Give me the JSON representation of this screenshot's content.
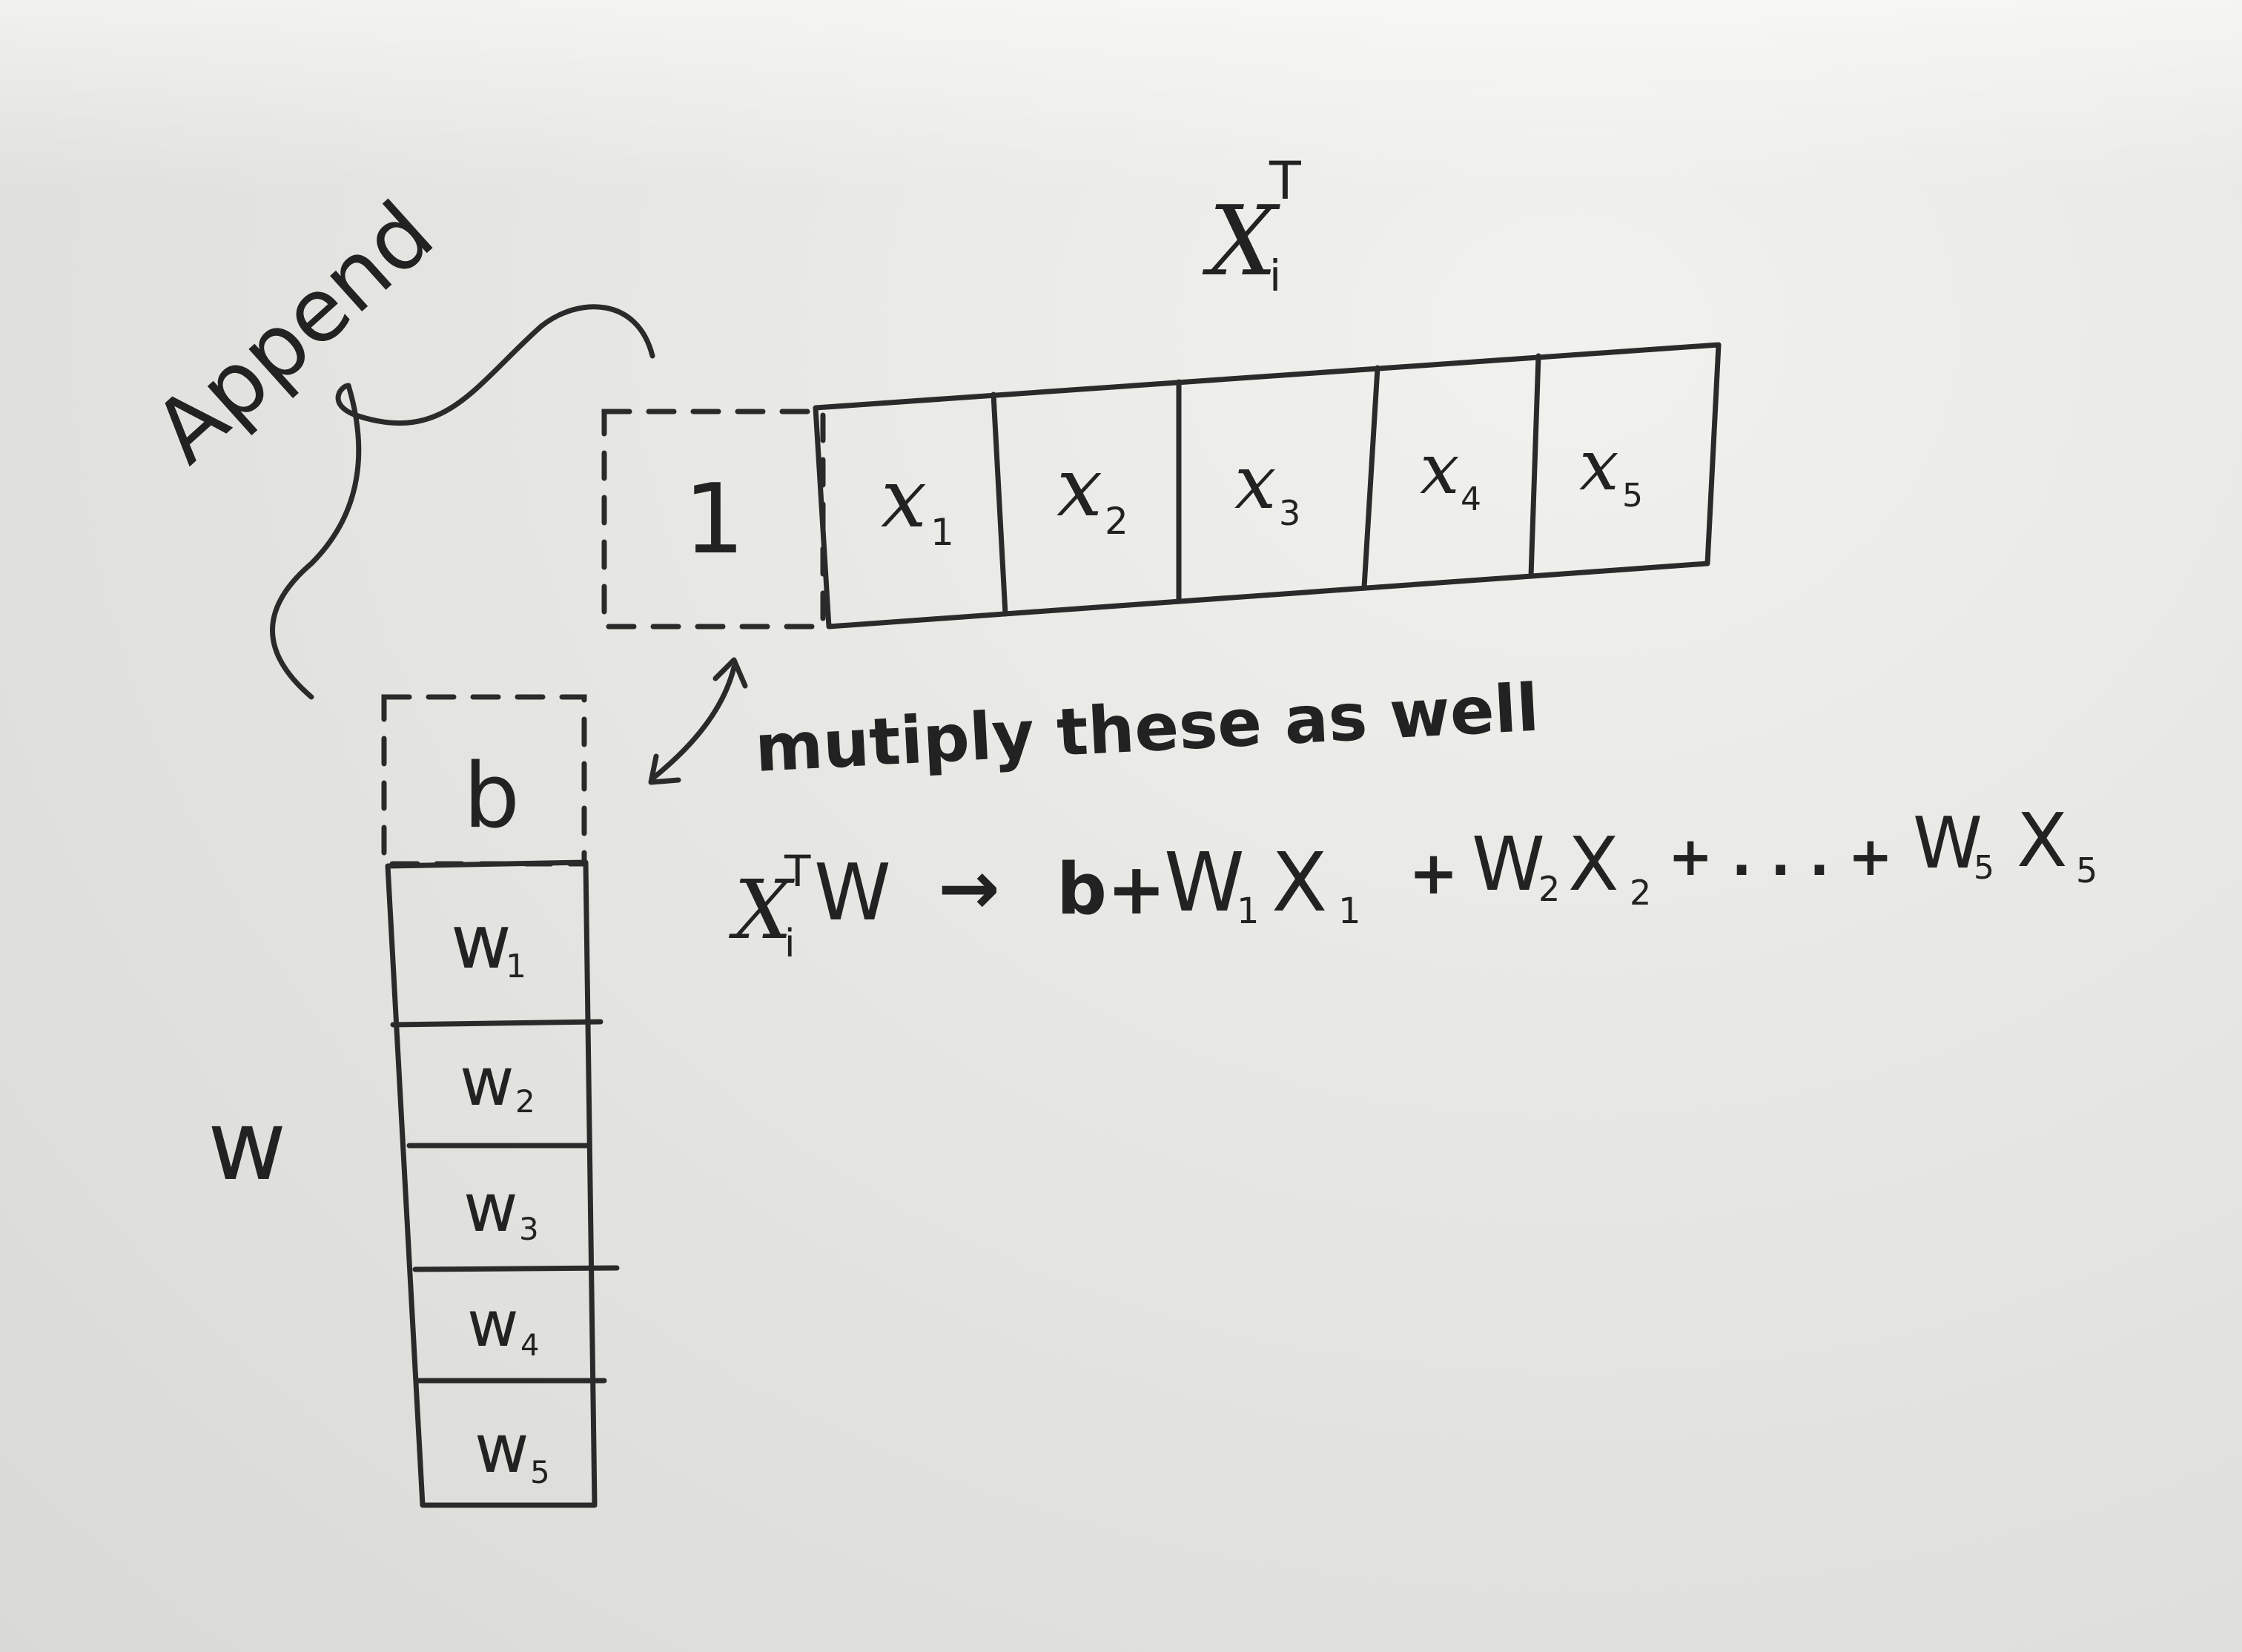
{
  "labels": {
    "append": "Append",
    "xi_transpose_main": "X",
    "xi_transpose_sub": "i",
    "xi_transpose_sup": "T",
    "multiply_note": "mutiply these as well",
    "w_vector": "w"
  },
  "row_vector": {
    "bias_cell": "1",
    "cells": [
      {
        "main": "x",
        "sub": "1"
      },
      {
        "main": "x",
        "sub": "2"
      },
      {
        "main": "x",
        "sub": "3"
      },
      {
        "main": "x",
        "sub": "4"
      },
      {
        "main": "x",
        "sub": "5"
      }
    ]
  },
  "column_vector": {
    "bias_cell": "b",
    "cells": [
      {
        "main": "w",
        "sub": "1"
      },
      {
        "main": "w",
        "sub": "2"
      },
      {
        "main": "w",
        "sub": "3"
      },
      {
        "main": "w",
        "sub": "4"
      },
      {
        "main": "w",
        "sub": "5"
      }
    ]
  },
  "equation": {
    "lhs_main": "X",
    "lhs_sub": "i",
    "lhs_sup": "T",
    "lhs_w": "W",
    "arrow": "→",
    "terms": [
      {
        "prefix": "b+",
        "main": "",
        "sub": ""
      },
      {
        "prefix": "",
        "main": "W",
        "sub": "1"
      },
      {
        "prefix": "",
        "main": "X",
        "sub": "1"
      },
      {
        "prefix": "+",
        "main": "W",
        "sub": "2"
      },
      {
        "prefix": "",
        "main": "X",
        "sub": "2"
      },
      {
        "prefix": "+ . . . +",
        "main": "W",
        "sub": "5"
      },
      {
        "prefix": "",
        "main": "X",
        "sub": "5"
      }
    ]
  },
  "colors": {
    "ink": "#222222",
    "board": "#e6e6e2"
  }
}
